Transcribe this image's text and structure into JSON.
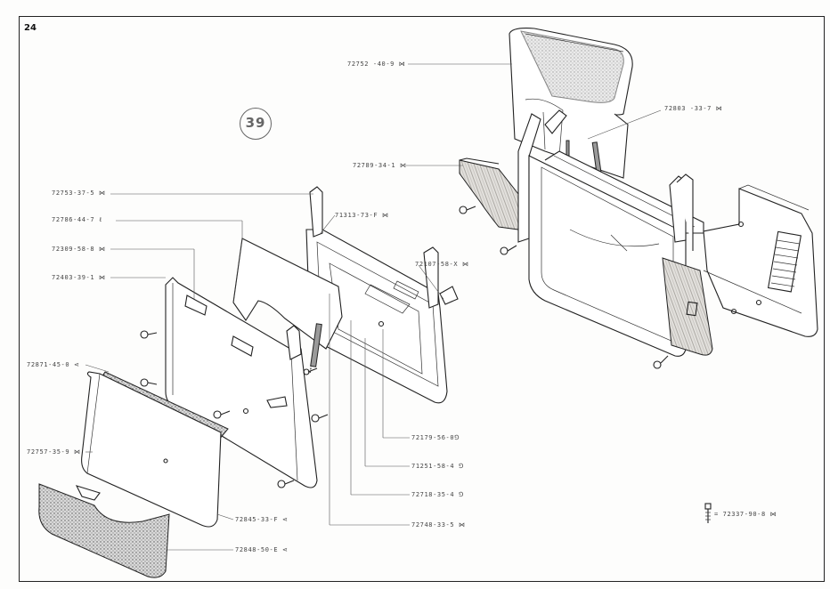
{
  "page": {
    "number": "24",
    "group_badge": "39"
  },
  "part_labels": [
    {
      "id": "tr-top",
      "text": "72752 -40-9 ⋈"
    },
    {
      "id": "tr-2",
      "text": "72803 -33-7 ⋈"
    },
    {
      "id": "tr-3",
      "text": "72789-34-1 ⋈"
    },
    {
      "id": "l-1",
      "text": "72753-37-5 ⋈"
    },
    {
      "id": "l-2",
      "text": "72786-44-7 ℓ"
    },
    {
      "id": "l-3",
      "text": "72309-58-8 ⋈"
    },
    {
      "id": "l-4",
      "text": "72403-39-1 ⋈"
    },
    {
      "id": "m-1",
      "text": "71313-73-F ⋈"
    },
    {
      "id": "m-2",
      "text": "72107-58-X ⋈"
    },
    {
      "id": "l-5",
      "text": "72871-45-0 ⋖"
    },
    {
      "id": "l-6",
      "text": "72757-35-9 ⋈"
    },
    {
      "id": "b-1",
      "text": "72179-56-0⅁"
    },
    {
      "id": "b-2",
      "text": "71251-58-4 ⅁"
    },
    {
      "id": "b-3",
      "text": "72718-35-4 ⅁"
    },
    {
      "id": "b-4",
      "text": "72748-33-5 ⋈"
    },
    {
      "id": "b-5",
      "text": "72845-33-F ⋖"
    },
    {
      "id": "b-6",
      "text": "72848-50-E ⋖"
    },
    {
      "id": "screw-note",
      "text": "= 72337-90-8 ⋈"
    }
  ]
}
